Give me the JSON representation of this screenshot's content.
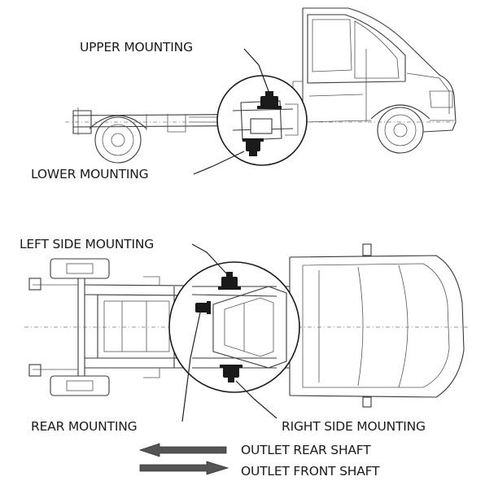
{
  "labels": {
    "upper_mounting": "UPPER MOUNTING",
    "lower_mounting": "LOWER MOUNTING",
    "left_side_mounting": "LEFT SIDE MOUNTING",
    "rear_mounting": "REAR MOUNTING",
    "right_side_mounting": "RIGHT SIDE MOUNTING",
    "outlet_rear_shaft": "OUTLET REAR SHAFT",
    "outlet_front_shaft": "OUTLET FRONT SHAFT"
  },
  "colors": {
    "ink": "#1a1a1a",
    "arrow_fill": "#555555"
  },
  "icons": {
    "mount": "bracket-mount-icon",
    "arrow_left": "arrow-left-icon",
    "arrow_right": "arrow-right-icon"
  }
}
